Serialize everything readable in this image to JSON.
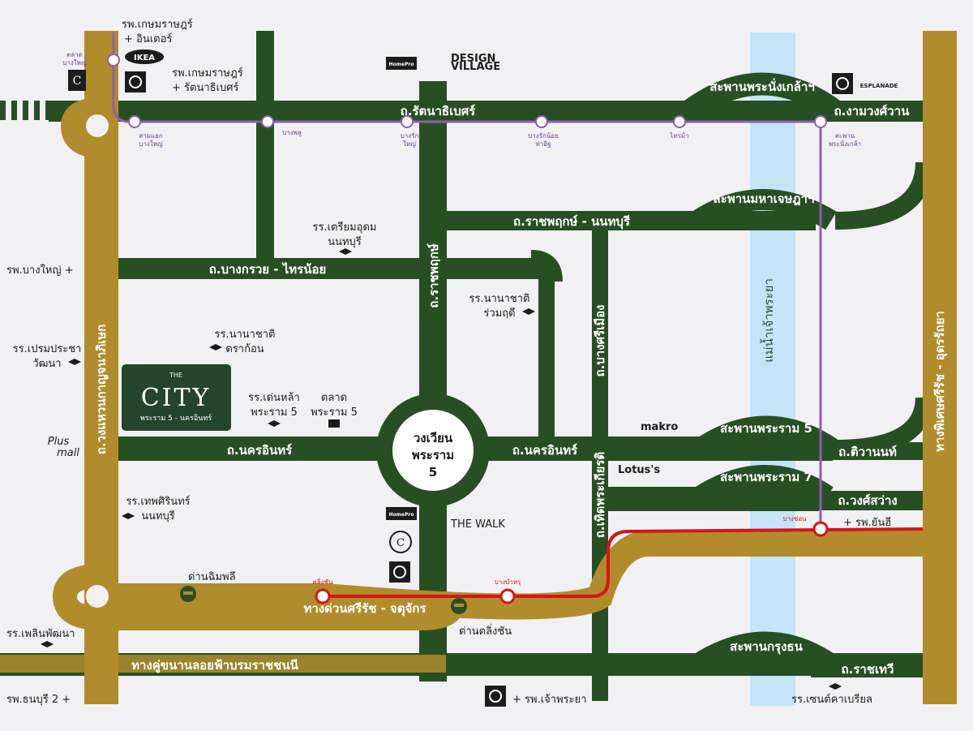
{
  "colors": {
    "green_road": "#284f23",
    "gold_road": "#b08c2d",
    "purple_line": "#8e5fb0",
    "red_line": "#d7141a",
    "river": "#c5e4f7",
    "background": "#f1f1f3",
    "project_badge": "#24452b"
  },
  "roads": {
    "rattanathibet": "ถ.รัตนาธิเบศร์",
    "ngamwongwan": "ถ.งามวงศ์วาน",
    "ratchaphruek_nonthaburi": "ถ.ราชพฤกษ์ - นนทบุรี",
    "bangkruai_sainoi": "ถ.บางกรวย - ไทรน้อย",
    "ratchaphruek": "ถ.ราชพฤกษ์",
    "kanchanaphisek": "ถ.วงแหวนกาญจนาภิเษก",
    "nakhon_in_west": "ถ.นครอินทร์",
    "nakhon_in_east": "ถ.นครอินทร์",
    "bang_si_mueang": "ถ.บางศรีเมือง",
    "thiphrakiat": "ถ.เทิดพระเกียรติ",
    "tiwanon": "ถ.ติวานนท์",
    "wong_sawang": "ถ.วงศ์สว่าง",
    "phisit_udon": "ทางพิเศษศรีรัช - อุดรรัถยา",
    "srirat_chatuchak": "ทางด่วนศรีรัช - จตุจักร",
    "borommaratchachonnani": "ทางคู่ขนานลอยฟ้าบรมราชชนนี",
    "ratchawithi": "ถ.ราชเทวี"
  },
  "bridges": {
    "phra_nang_klao": "สะพานพระนั่งเกล้าฯ",
    "maha_chesadabodin": "สะพานมหาเจษฎาฯ",
    "rama5": "สะพานพระราม 5",
    "rama7": "สะพานพระราม 7",
    "krung_thon": "สะพานกรุงธน"
  },
  "river": "แม่น้ำเจ้าพระยา",
  "roundabout": {
    "line1": "วงเวียน",
    "line2": "พระราม",
    "line3": "5"
  },
  "project": {
    "the": "THE",
    "name": "CITY",
    "subtitle": "พระราม 5 - นครอินทร์"
  },
  "stations_purple": {
    "talad_bangyai": [
      "ตลาด",
      "บางใหญ่"
    ],
    "sam_yaek_bangyai": [
      "สามแยก",
      "บางใหญ่"
    ],
    "bang_phlu": [
      "บางพลู"
    ],
    "bang_rak_yai": [
      "บางรัก",
      "ใหญ่"
    ],
    "bang_rak_noi": [
      "บางรักน้อย",
      "ท่าอิฐ"
    ],
    "sai_ma": [
      "ไทรม้า"
    ],
    "saphan_phra_nang_klao": [
      "สะพาน",
      "พระนั่งเกล้า"
    ]
  },
  "stations_red": {
    "taling_chan": "ตลิ่งชัน",
    "bang_bamru": "บางบำหรุ",
    "bang_son": "บางซ่อน"
  },
  "places": {
    "kasemrad_inter": [
      "รพ.เกษมราษฎร์",
      "+ อินเตอร์"
    ],
    "kasemrad_rattanathibet": [
      "รพ.เกษมราษฎร์",
      "+ รัตนาธิเบศร์"
    ],
    "design_village": [
      "DESIGN",
      "VILLAGE"
    ],
    "triam_udom": [
      "รร.เตรียมอุดม",
      "นนทบุรี"
    ],
    "bangyai_hospital": "รพ.บางใหญ่ +",
    "nanachat_ruamrudee": [
      "รร.นานาชาติ",
      "ร่วมฤดี"
    ],
    "nanachat_dragon": [
      "รร.นานาชาติ",
      "ดราก้อน"
    ],
    "prempracha": [
      "รร.เปรมประชา",
      "วัฒนา"
    ],
    "denla": [
      "รร.เด่นหล้า",
      "พระราม 5"
    ],
    "talad_rama5": [
      "ตลาด",
      "พระราม 5"
    ],
    "thepsirin": [
      "รร.เทพศิรินทร์",
      "นนทบุรี"
    ],
    "plus_mall": [
      "Plus",
      "mall"
    ],
    "makro": "makro",
    "lotus": "Lotus's",
    "yanhee": "+ รพ.ยันฮี",
    "the_walk": "THE WALK",
    "dan_chimphli": "ด่านฉิมพลี",
    "dan_taling_chan": "ด่านตลิ่งชัน",
    "phloen_phattana": "รร.เพลินพัฒนา",
    "thonburi2": "รพ.ธนบุรี 2 +",
    "chaophraya_hospital": "+ รพ.เจ้าพระยา",
    "st_carabao": "รร.เซนต์คาเบรียล",
    "ikea": "IKEA",
    "homepro": "HomePro",
    "esplanade": "ESPLANADE"
  }
}
